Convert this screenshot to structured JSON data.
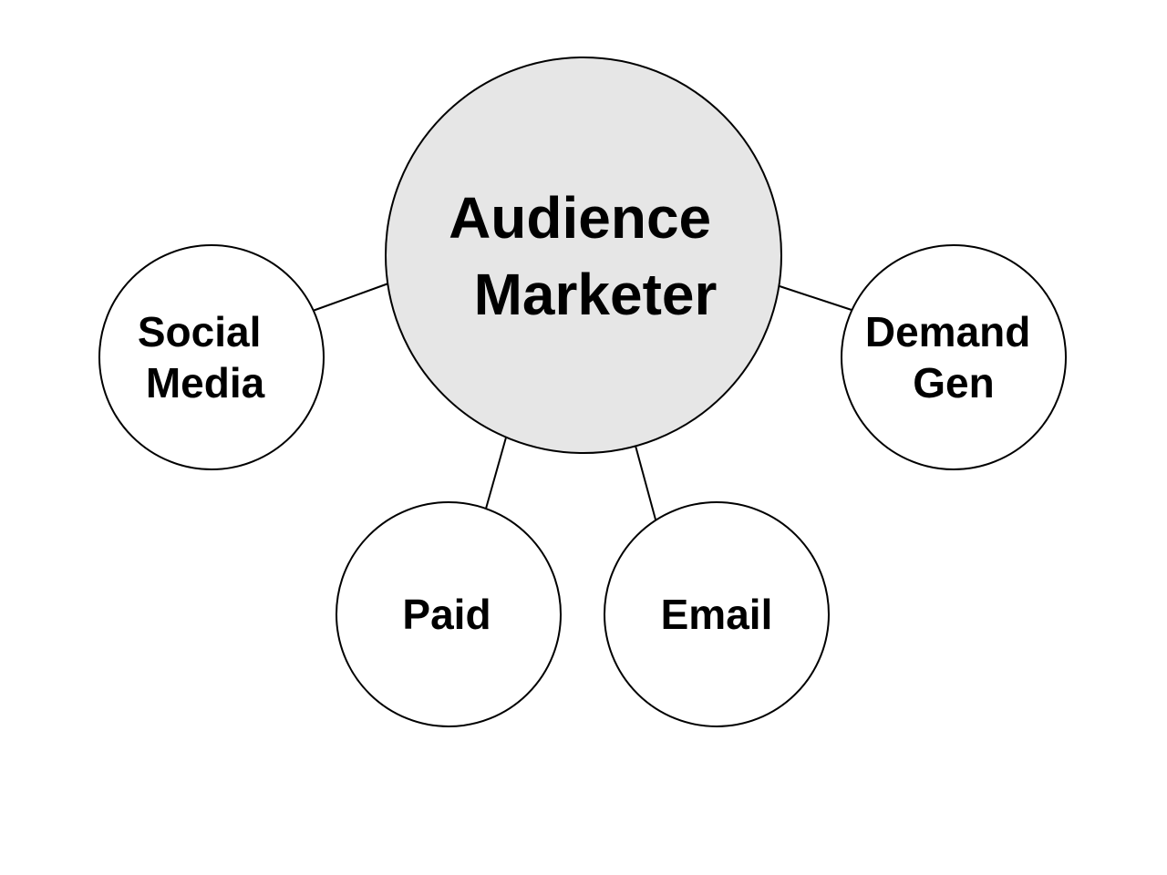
{
  "colors": {
    "background": "#ffffff",
    "center_fill": "#e6e6e6",
    "satellite_fill": "#ffffff",
    "stroke": "#000000",
    "text": "#000000"
  },
  "center": {
    "lines": [
      "Audience",
      "Marketer"
    ]
  },
  "satellites": {
    "social_media": {
      "lines": [
        "Social",
        "Media"
      ]
    },
    "paid": {
      "lines": [
        "Paid"
      ]
    },
    "email": {
      "lines": [
        "Email"
      ]
    },
    "demand_gen": {
      "lines": [
        "Demand",
        "Gen"
      ]
    }
  }
}
